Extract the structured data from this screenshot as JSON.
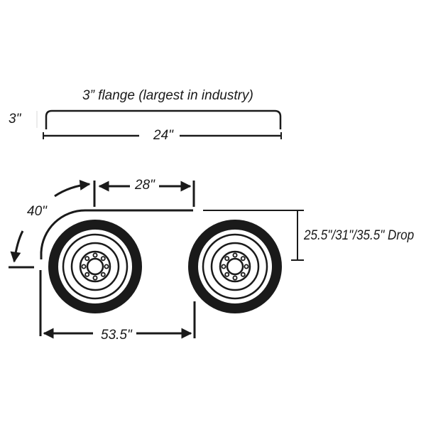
{
  "diagram": {
    "flange": {
      "title": "3” flange (largest in industry)",
      "height_label": "3\"",
      "width_label": "24\""
    },
    "fender": {
      "arc_length_label": "40\"",
      "flat_top_label": "28\"",
      "overall_length_label": "53.5\"",
      "drop_label": "25.5\"/31\"/35.5\" Drop"
    },
    "wheels": [
      {
        "name": "front-wheel",
        "lug_count": 8
      },
      {
        "name": "rear-wheel",
        "lug_count": 8
      }
    ],
    "colors": {
      "ink": "#1a1a1a",
      "background": "#ffffff",
      "faint": "#d8d8d8"
    }
  }
}
